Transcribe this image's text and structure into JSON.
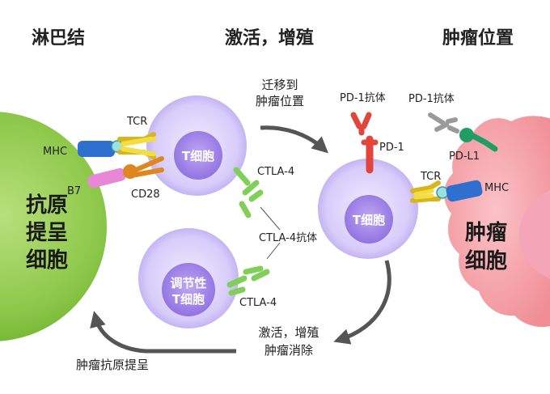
{
  "headers": {
    "lymph_node": "淋巴结",
    "activation": "激活，增殖",
    "tumor_site": "肿瘤位置"
  },
  "apc": {
    "line1": "抗原",
    "line2": "提呈",
    "line3": "细胞"
  },
  "tumor": {
    "line1": "肿瘤",
    "line2": "细胞"
  },
  "tcell1_label": "T细胞",
  "tcell2_label": "T细胞",
  "treg": {
    "line1": "调节性",
    "line2": "T细胞"
  },
  "labels": {
    "tcr_top": "TCR",
    "mhc_left": "MHC",
    "b7": "B7",
    "cd28": "CD28",
    "ctla4_top": "CTLA-4",
    "ctla4_antibody": "CTLA-4抗体",
    "ctla4_bottom": "CTLA-4",
    "pd1_antibody_left": "PD-1抗体",
    "pd1": "PD-1",
    "pd1_antibody_right": "PD-1抗体",
    "pdl1": "PD-L1",
    "tcr_right": "TCR",
    "mhc_right": "MHC"
  },
  "flows": {
    "migrate_line1": "迁移到",
    "migrate_line2": "肿瘤位置",
    "kill_line1": "激活，增殖",
    "kill_line2": "肿瘤消除",
    "present": "肿瘤抗原提呈"
  },
  "colors": {
    "apc": "#82c341",
    "tcell": "#a98fe6",
    "tumor": "#f48b92",
    "mhc": "#2f6fce",
    "tcr": "#e9d12b",
    "pd1": "#e1453b",
    "pdl1": "#1f9e63",
    "b7": "#e787d6",
    "cd28": "#e0861f",
    "ctla4": "#7fcf59",
    "arrow": "#555555"
  }
}
